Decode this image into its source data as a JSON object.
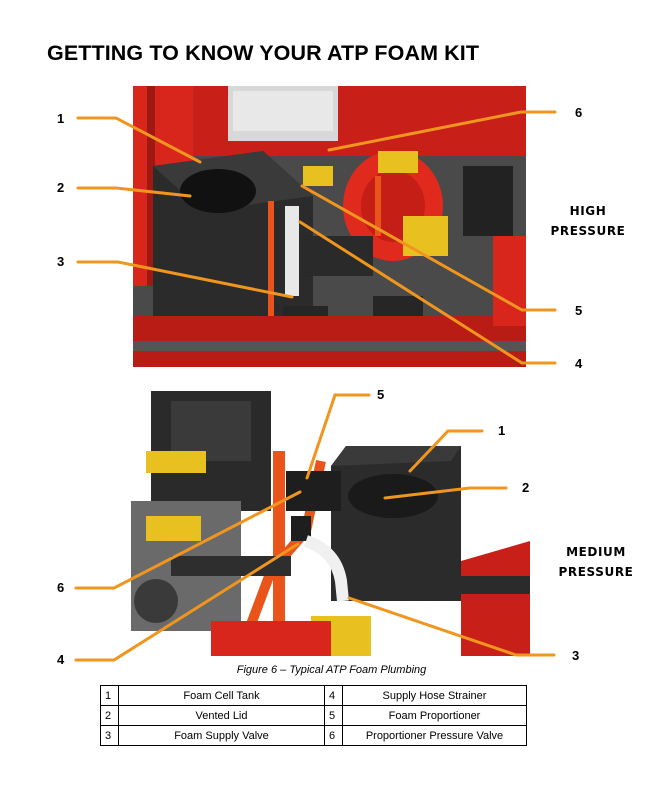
{
  "title": "GETTING TO KNOW YOUR ATP FOAM KIT",
  "figure1": {
    "label": "HIGH PRESSURE",
    "label_lines": [
      "HIGH",
      "PRESSURE"
    ],
    "callouts": [
      "1",
      "2",
      "3",
      "4",
      "5",
      "6"
    ]
  },
  "figure2": {
    "label": "MEDIUM PRESSURE",
    "label_lines": [
      "MEDIUM",
      "PRESSURE"
    ],
    "callouts": [
      "1",
      "2",
      "3",
      "4",
      "5",
      "6"
    ]
  },
  "caption": "Figure 6 – Typical ATP Foam Plumbing",
  "parts_table": [
    [
      {
        "num": "1",
        "name": "Foam Cell Tank"
      },
      {
        "num": "4",
        "name": "Supply Hose Strainer"
      }
    ],
    [
      {
        "num": "2",
        "name": "Vented Lid"
      },
      {
        "num": "5",
        "name": "Foam Proportioner"
      }
    ],
    [
      {
        "num": "3",
        "name": "Foam Supply Valve"
      },
      {
        "num": "6",
        "name": "Proportioner Pressure Valve"
      }
    ]
  ],
  "colors": {
    "callout_line": "#f0961e",
    "red_body": "#d9261c",
    "black_tank": "#2b2b2b",
    "yellow_valve": "#e8c020",
    "orange_hose": "#e8541a"
  }
}
